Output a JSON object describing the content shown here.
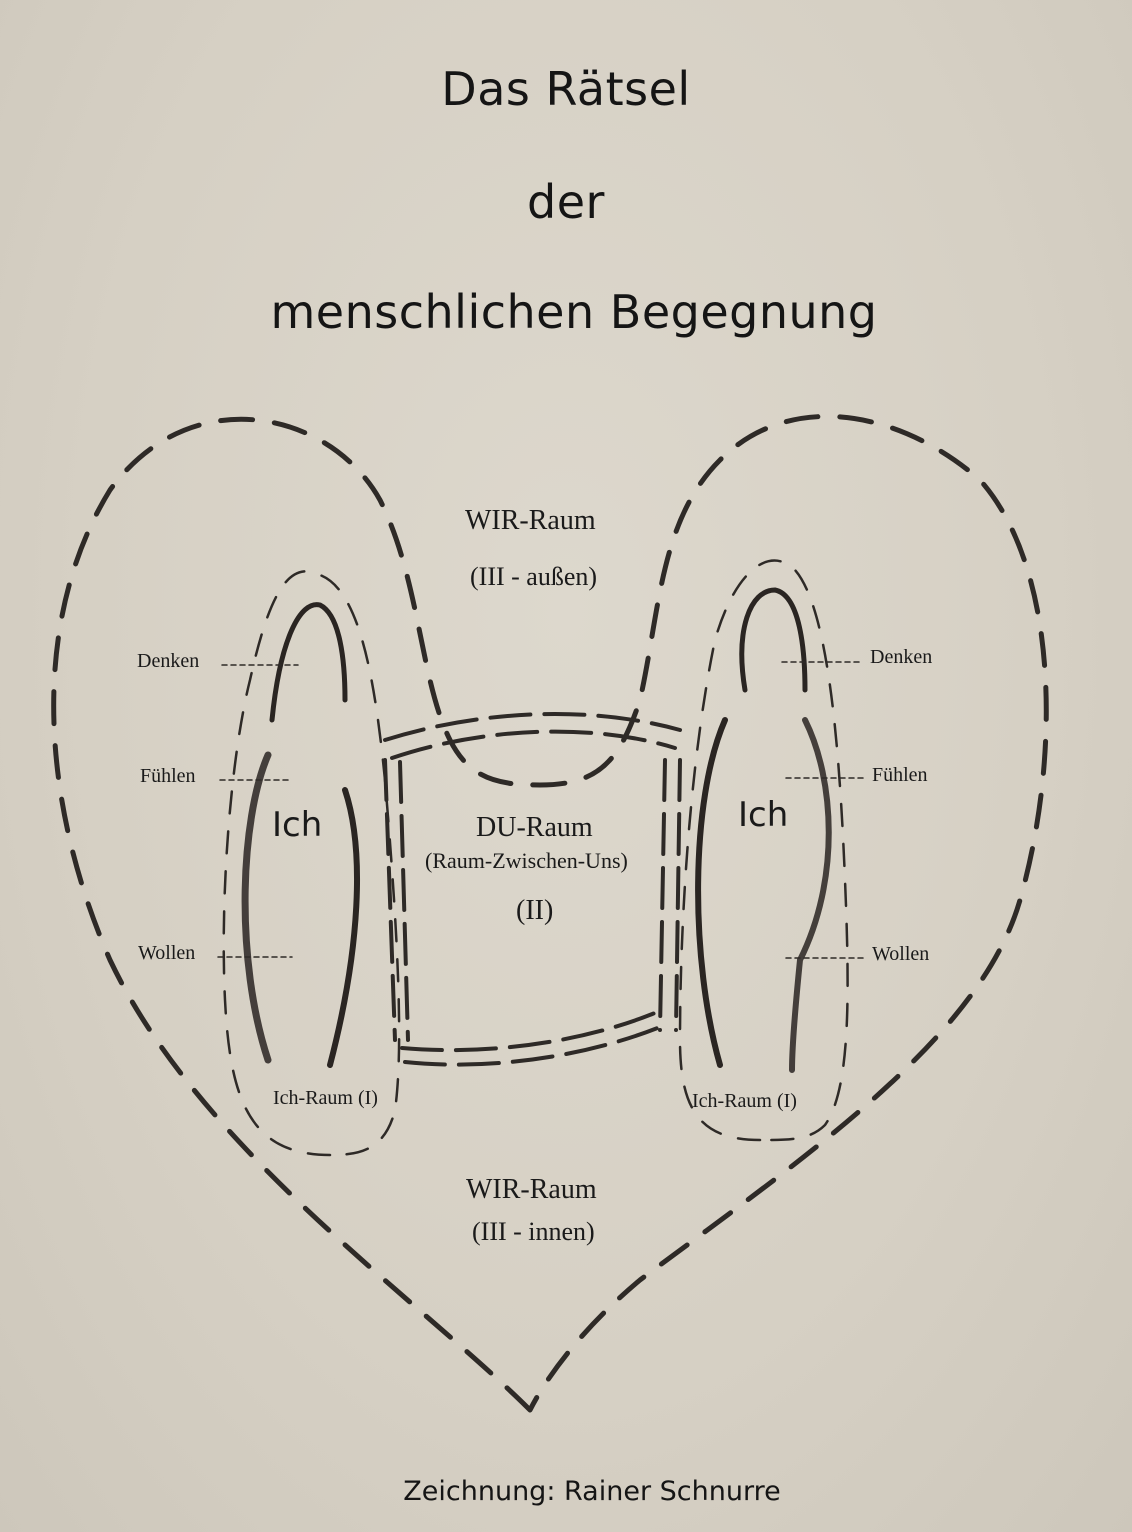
{
  "title": {
    "line1": "Das Rätsel",
    "line2": "der",
    "line3": "menschlichen Begegnung"
  },
  "diagram": {
    "wir_outer": {
      "label": "WIR-Raum",
      "sub": "(III - außen)"
    },
    "du_raum": {
      "label": "DU-Raum",
      "sub": "(Raum-Zwischen-Uns)",
      "num": "(II)"
    },
    "wir_inner": {
      "label": "WIR-Raum",
      "sub": "(III - innen)"
    },
    "left_person": {
      "ich": "Ich",
      "raum": "Ich-Raum (I)",
      "levels": [
        "Denken",
        "Fühlen",
        "Wollen"
      ]
    },
    "right_person": {
      "ich": "Ich",
      "raum": "Ich-Raum (I)",
      "levels": [
        "Denken",
        "Fühlen",
        "Wollen"
      ]
    },
    "colors": {
      "paper": "#d9d3c8",
      "ink": "#1a1a1a",
      "pencil": "#3a3430"
    }
  },
  "credit": "Zeichnung: Rainer Schnurre"
}
